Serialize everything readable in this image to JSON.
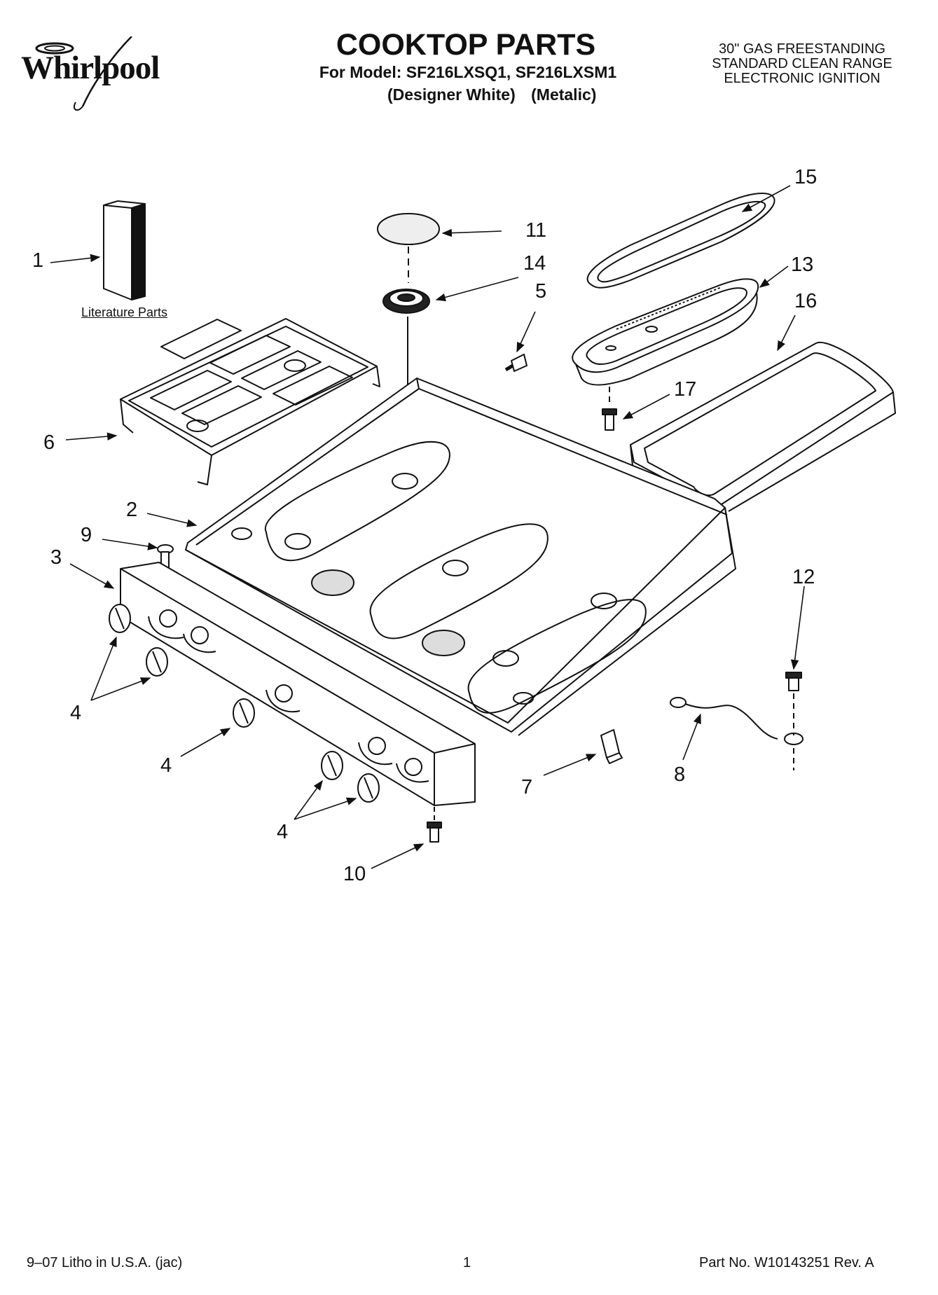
{
  "brand": "Whirlpool",
  "header": {
    "title": "COOKTOP PARTS",
    "model_line": "For Model: SF216LXSQ1, SF216LXSM1",
    "variants": [
      "(Designer White)",
      "(Metalic)"
    ],
    "product_description": [
      "30\" GAS FREESTANDING",
      "STANDARD CLEAN RANGE",
      "ELECTRONIC IGNITION"
    ]
  },
  "diagram": {
    "literature_label": "Literature Parts",
    "callouts": {
      "c1": "1",
      "c2": "2",
      "c3": "3",
      "c4a": "4",
      "c4b": "4",
      "c4c": "4",
      "c5": "5",
      "c6": "6",
      "c7": "7",
      "c8": "8",
      "c9": "9",
      "c10": "10",
      "c11": "11",
      "c12": "12",
      "c13": "13",
      "c14": "14",
      "c15": "15",
      "c16": "16",
      "c17": "17"
    }
  },
  "footer": {
    "left": "9–07 Litho in U.S.A. (jac)",
    "page": "1",
    "part_number": "Part No. W10143251 Rev. A"
  }
}
